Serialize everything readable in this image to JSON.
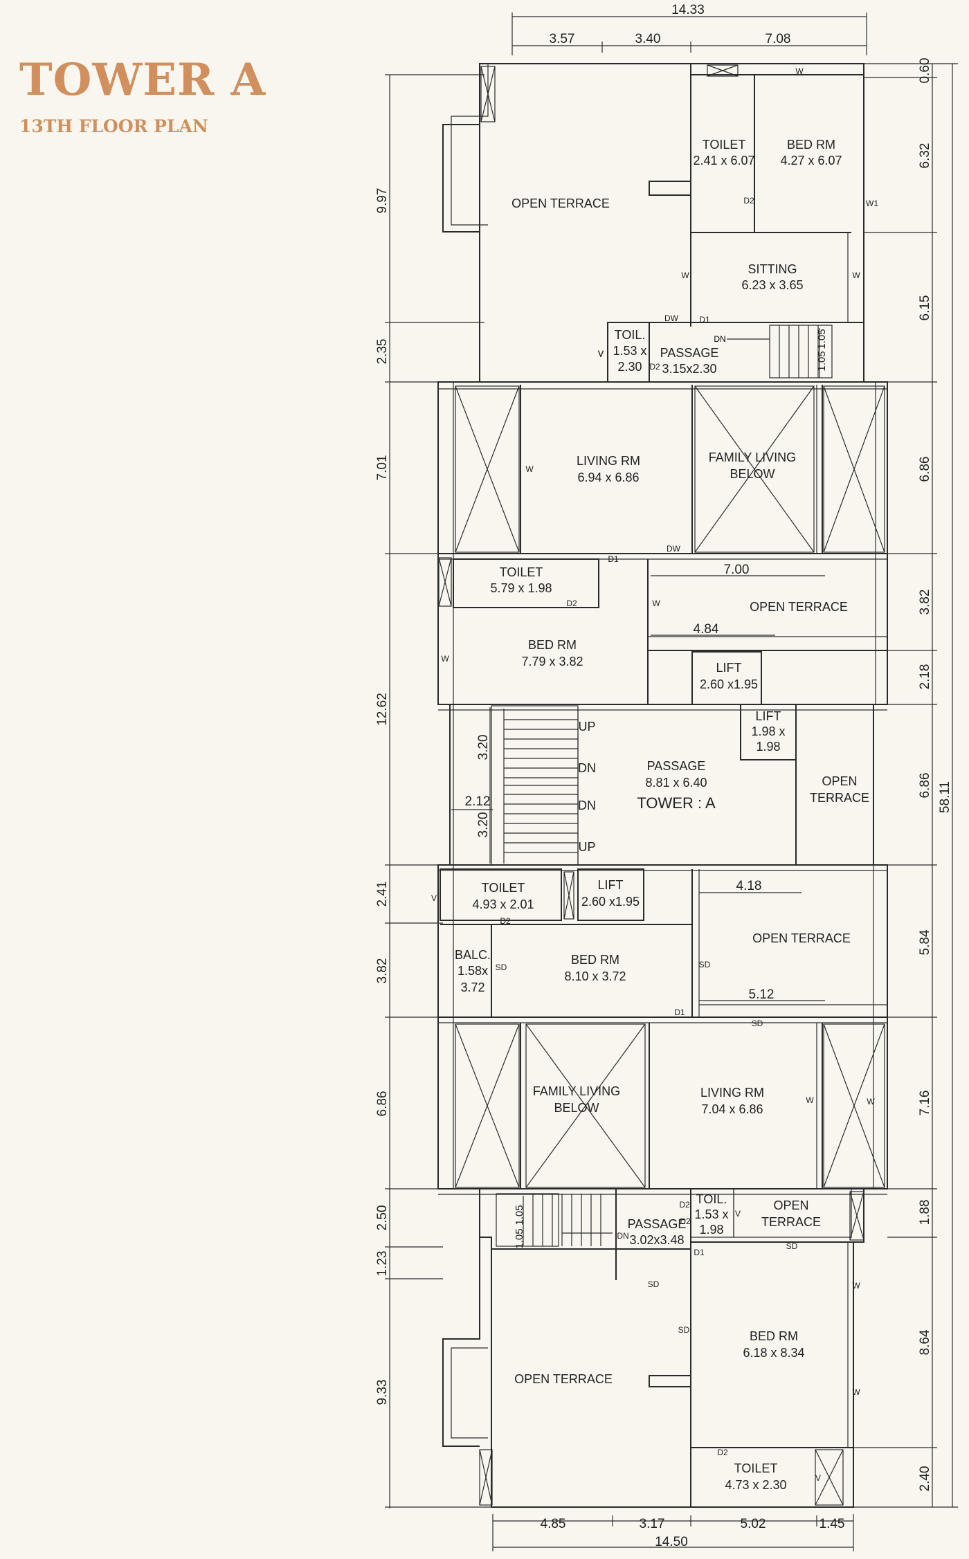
{
  "header": {
    "title": "TOWER A",
    "subtitle": "13TH FLOOR PLAN"
  },
  "colors": {
    "accent": "#d08f5c",
    "background": "#f8f6ef",
    "line": "#2a2a2a"
  },
  "rooms": [
    {
      "name": "OPEN TERRACE",
      "size": ""
    },
    {
      "name": "TOILET",
      "size": "2.41 x 6.07"
    },
    {
      "name": "BED RM",
      "size": "4.27 x 6.07"
    },
    {
      "name": "SITTING",
      "size": "6.23 x 3.65"
    },
    {
      "name": "TOIL.",
      "size": "1.53 x",
      "size2": "2.30"
    },
    {
      "name": "PASSAGE",
      "size": "3.15x2.30"
    },
    {
      "name": "LIVING RM",
      "size": "6.94 x 6.86"
    },
    {
      "name": "FAMILY LIVING",
      "size": "BELOW"
    },
    {
      "name": "TOILET",
      "size": "5.79 x 1.98"
    },
    {
      "name": "OPEN TERRACE",
      "size": ""
    },
    {
      "name": "BED RM",
      "size": "7.79 x 3.82"
    },
    {
      "name": "LIFT",
      "size": "2.60 x1.95"
    },
    {
      "name": "LIFT",
      "size": "1.98 x",
      "size2": "1.98"
    },
    {
      "name": "PASSAGE",
      "size": "8.81 x 6.40"
    },
    {
      "name": "OPEN",
      "size": "TERRACE"
    },
    {
      "name": "TOILET",
      "size": "4.93 x 2.01"
    },
    {
      "name": "LIFT",
      "size": "2.60 x1.95"
    },
    {
      "name": "OPEN TERRACE",
      "size": ""
    },
    {
      "name": "BALC.",
      "size": "1.58x",
      "size2": "3.72"
    },
    {
      "name": "BED RM",
      "size": "8.10 x 3.72"
    },
    {
      "name": "FAMILY LIVING",
      "size": "BELOW"
    },
    {
      "name": "LIVING RM",
      "size": "7.04 x 6.86"
    },
    {
      "name": "TOIL.",
      "size": "1.53 x",
      "size2": "1.98"
    },
    {
      "name": "OPEN",
      "size": "TERRACE"
    },
    {
      "name": "PASSAGE",
      "size": "3.02x3.48"
    },
    {
      "name": "BED RM",
      "size": "6.18 x 8.34"
    },
    {
      "name": "OPEN TERRACE",
      "size": ""
    },
    {
      "name": "TOILET",
      "size": "4.73 x 2.30"
    }
  ],
  "tower_label": "TOWER : A",
  "stair_labels": [
    "UP",
    "DN",
    "DN",
    "UP"
  ],
  "stair_dn": [
    "DN",
    "DN"
  ],
  "dimensions": {
    "top_total": "14.33",
    "top": [
      "3.57",
      "3.40",
      "7.08"
    ],
    "bottom": [
      "4.85",
      "3.17",
      "5.02",
      "1.45"
    ],
    "bottom_total": "14.50",
    "left": [
      "9.97",
      "2.35",
      "7.01",
      "12.62",
      "2.41",
      "3.82",
      "6.86",
      "2.50",
      "1.23",
      "9.33"
    ],
    "right": [
      "0.60",
      "6.32",
      "6.15",
      "6.86",
      "3.82",
      "2.18",
      "6.86",
      "5.84",
      "7.16",
      "1.88",
      "8.64",
      "2.40"
    ],
    "right_total": "58.11",
    "internal": [
      "7.00",
      "4.84",
      "4.18",
      "5.12",
      "3.20",
      "3.20",
      "2.12",
      "1.05",
      "1.05",
      "1.05",
      "1.05"
    ]
  },
  "tags": [
    "W",
    "W1",
    "W",
    "W",
    "D2",
    "D1",
    "DW",
    "DN",
    "D2",
    "V",
    "W",
    "DW",
    "D1",
    "D2",
    "W",
    "W",
    "D2",
    "V",
    "SD",
    "SD",
    "D1",
    "SD",
    "W",
    "D2",
    "D2",
    "V",
    "SD",
    "D1",
    "SD",
    "SD",
    "W",
    "W",
    "D2",
    "V",
    "V",
    "W"
  ]
}
